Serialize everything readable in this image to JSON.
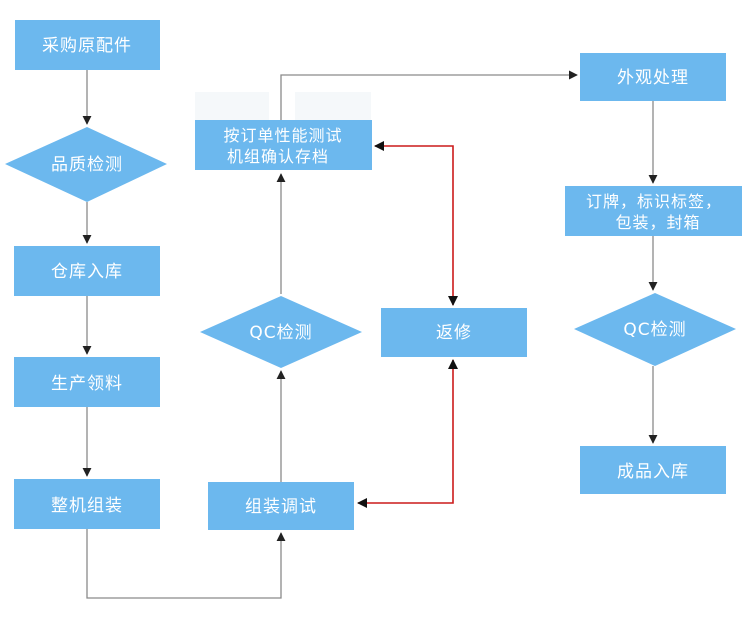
{
  "diagram": {
    "nodes": {
      "purchase_parts": "采购原配件",
      "quality_inspection": "品质检测",
      "warehouse_in": "仓库入库",
      "production_material_pick": "生产领料",
      "whole_machine_assembly": "整机组装",
      "assembly_debug": "组装调试",
      "qc_inspection_1": "QC检测",
      "performance_test_line1": "按订单性能测试",
      "performance_test_line2": "机组确认存档",
      "rework": "返修",
      "appearance_processing": "外观处理",
      "label_line1": "订牌，标识标签，",
      "label_line2": "包装，封箱",
      "qc_inspection_2": "QC检测",
      "finished_goods_in": "成品入库"
    },
    "colors": {
      "node_fill": "#6cb8ee",
      "flow_line": "#8a8a8a",
      "rework_line": "#cc1a1a",
      "text": "#ffffff"
    }
  }
}
